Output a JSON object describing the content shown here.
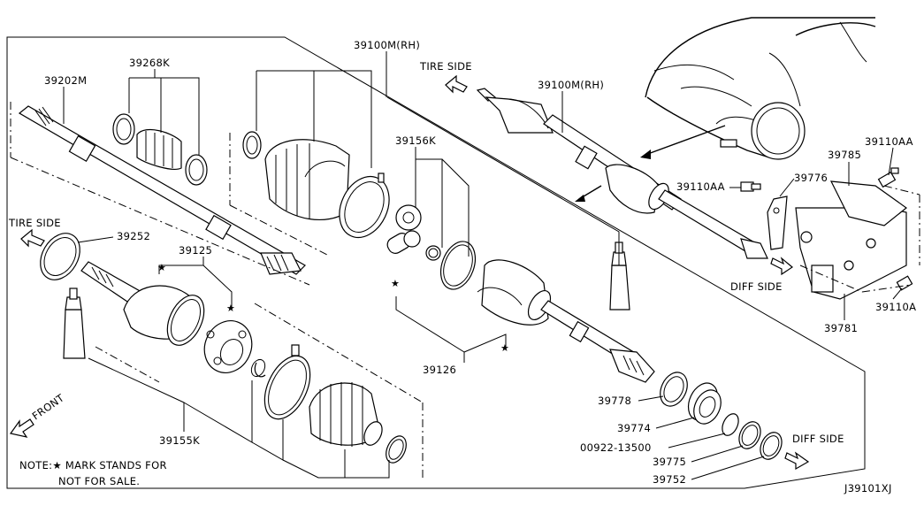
{
  "labels": {
    "p39202M": "39202M",
    "p39268K": "39268K",
    "p39100M_rh_top": "39100M(RH)",
    "p39100M_rh_right": "39100M(RH)",
    "p39156K": "39156K",
    "p39252": "39252",
    "p39125": "39125",
    "p39126": "39126",
    "p39155K": "39155K",
    "p39778": "39778",
    "p39774": "39774",
    "p00922": "00922-13500",
    "p39775": "39775",
    "p39752": "39752",
    "p39110AA_left": "39110AA",
    "p39110AA_right": "39110AA",
    "p39785": "39785",
    "p39776": "39776",
    "p39110A": "39110A",
    "p39781": "39781"
  },
  "directions": {
    "tire_side_top": "TIRE SIDE",
    "tire_side_left": "TIRE SIDE",
    "diff_side_mid": "DIFF SIDE",
    "diff_side_bottom": "DIFF SIDE",
    "front": "FRONT"
  },
  "note": {
    "line1": "NOTE:★ MARK STANDS FOR",
    "line2": "NOT FOR SALE."
  },
  "diagram_code": "J39101XJ",
  "icons": [
    "tire-side-arrow-icon",
    "diff-side-arrow-icon",
    "front-arrow-icon",
    "not-for-sale-star-icon"
  ]
}
